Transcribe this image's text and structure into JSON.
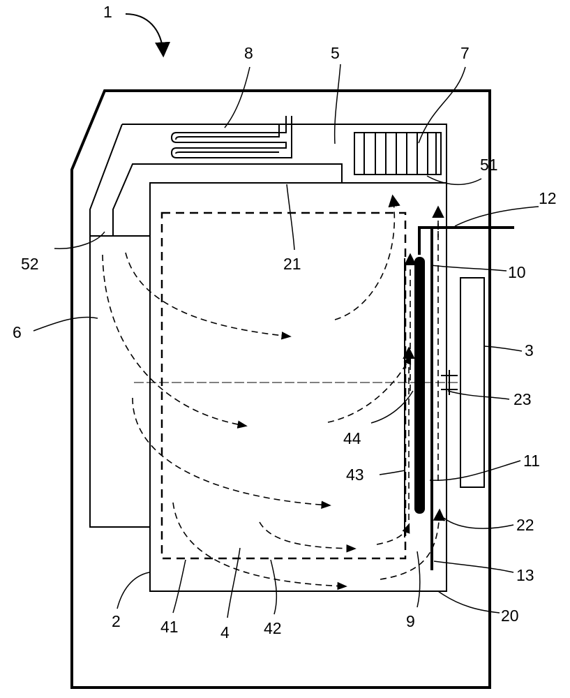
{
  "labels": {
    "l1": "1",
    "l2": "2",
    "l3": "3",
    "l4": "4",
    "l5": "5",
    "l6": "6",
    "l7": "7",
    "l8": "8",
    "l9": "9",
    "l10": "10",
    "l11": "11",
    "l12": "12",
    "l13": "13",
    "l20": "20",
    "l21": "21",
    "l22": "22",
    "l23": "23",
    "l41": "41",
    "l42": "42",
    "l43": "43",
    "l44": "44",
    "l51": "51",
    "l52": "52"
  }
}
